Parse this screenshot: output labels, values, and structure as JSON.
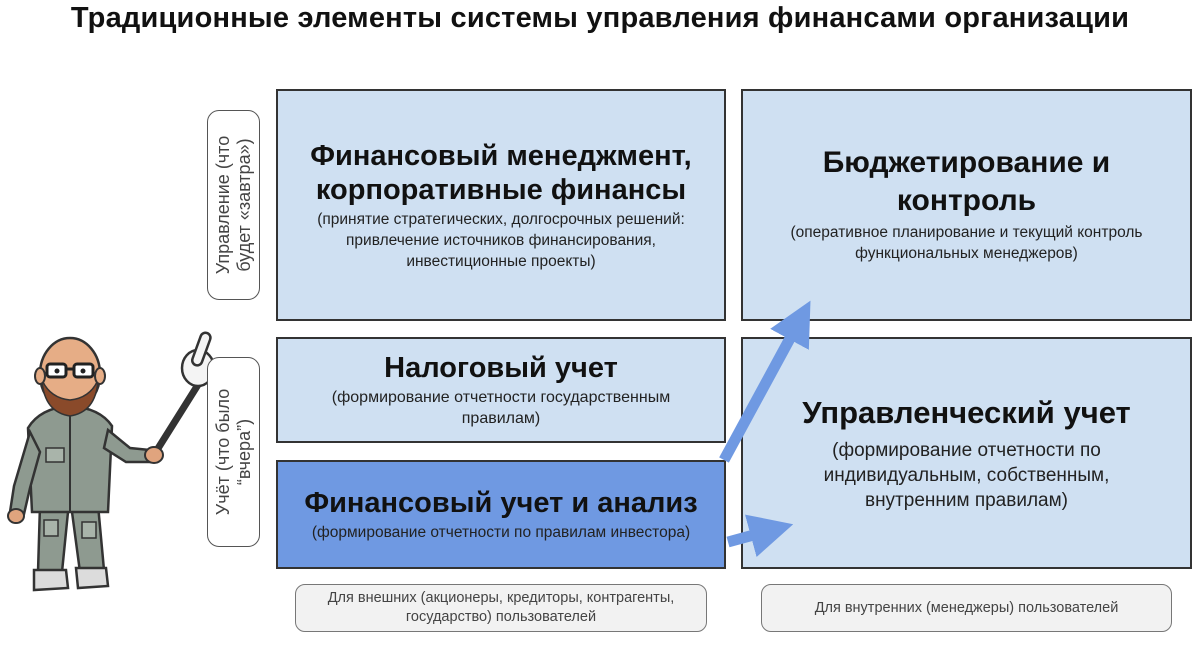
{
  "title": "Традиционные элементы системы управления финансами организации",
  "left_labels": {
    "management": "Управление (что\nбудет «завтра»)",
    "accounting": "Учёт (что было\n“вчера”)"
  },
  "boxes": {
    "fin_management": {
      "heading": "Финансовый менеджмент, корпоративные финансы",
      "sub": "(принятие стратегических, долгосрочных решений: привлечение источников финансирования, инвестиционные проекты)"
    },
    "budgeting": {
      "heading": "Бюджетирование и контроль",
      "sub": "(оперативное планирование и текущий контроль функциональных менеджеров)"
    },
    "tax": {
      "heading": "Налоговый учет",
      "sub": "(формирование отчетности государственным правилам)"
    },
    "management_accounting": {
      "heading": "Управленческий учет",
      "sub": "(формирование отчетности по индивидуальным, собственным, внутренним правилам)"
    },
    "financial_accounting": {
      "heading": "Финансовый учет и анализ",
      "sub": "(формирование отчетности по правилам инвестора)"
    }
  },
  "bottom_labels": {
    "external": "Для внешних (акционеры, кредиторы, контрагенты, государство) пользователей",
    "internal": "Для внутренних (менеджеры) пользователей"
  },
  "colors": {
    "box_light": "#cfe0f2",
    "box_dark": "#6f99e2",
    "arrow": "#6f99e2"
  },
  "icons": [
    "presenter-avatar-illustration",
    "arrow-up-right",
    "arrow-right"
  ]
}
